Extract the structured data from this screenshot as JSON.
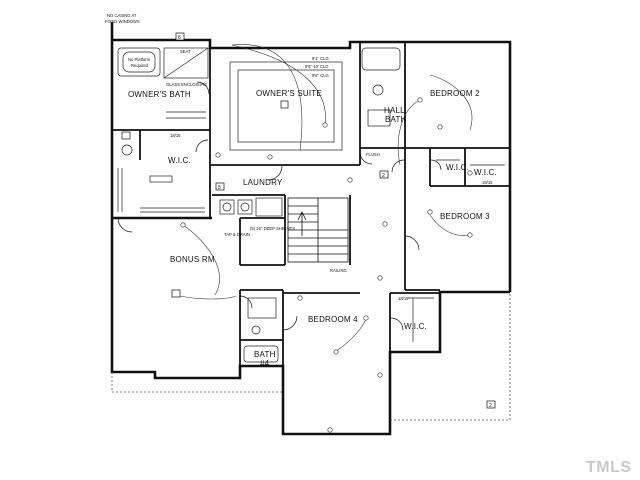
{
  "notes": {
    "top_note_line1": "NO CASING AT",
    "top_note_line2": "FIXED WINDOWS",
    "callout_6": "6",
    "no_platform_line1": "No Platform",
    "no_platform_line2": "Required",
    "seat": "SEAT",
    "glass_enclosure": "GLASS ENCLOSURE",
    "ceiling_1": "9'1\" CLG",
    "ceiling_2": "9'6\"-10' CLG",
    "ceiling_3": "9'6\" CLG",
    "flush": "FLUSH",
    "railing": "RAILING",
    "deep_shelves": "(5) 16\" DEEP SHELVES",
    "tap_drain": "TAP & DRAIN",
    "callout_2a": "2",
    "callout_2b": "2",
    "callout_5": "5",
    "dim_a": "18/15",
    "dim_b": "18/15",
    "dim_c": "18/15"
  },
  "rooms": {
    "owners_bath": "OWNER'S BATH",
    "owners_suite": "OWNER'S SUITE",
    "hall_bath_line1": "HALL",
    "hall_bath_line2": "BATH",
    "bedroom2": "BEDROOM 2",
    "wic_owner": "W.I.C.",
    "laundry": "LAUNDRY",
    "wic_b3": "W.I.C.",
    "wic_b3b": "W.I.C.",
    "bedroom3": "BEDROOM 3",
    "bonus": "BONUS RM",
    "bedroom4": "BEDROOM 4",
    "wic_b4": "W.I.C.",
    "bath4_line1": "BATH",
    "bath4_line2": "#4"
  },
  "watermark": "TMLS"
}
